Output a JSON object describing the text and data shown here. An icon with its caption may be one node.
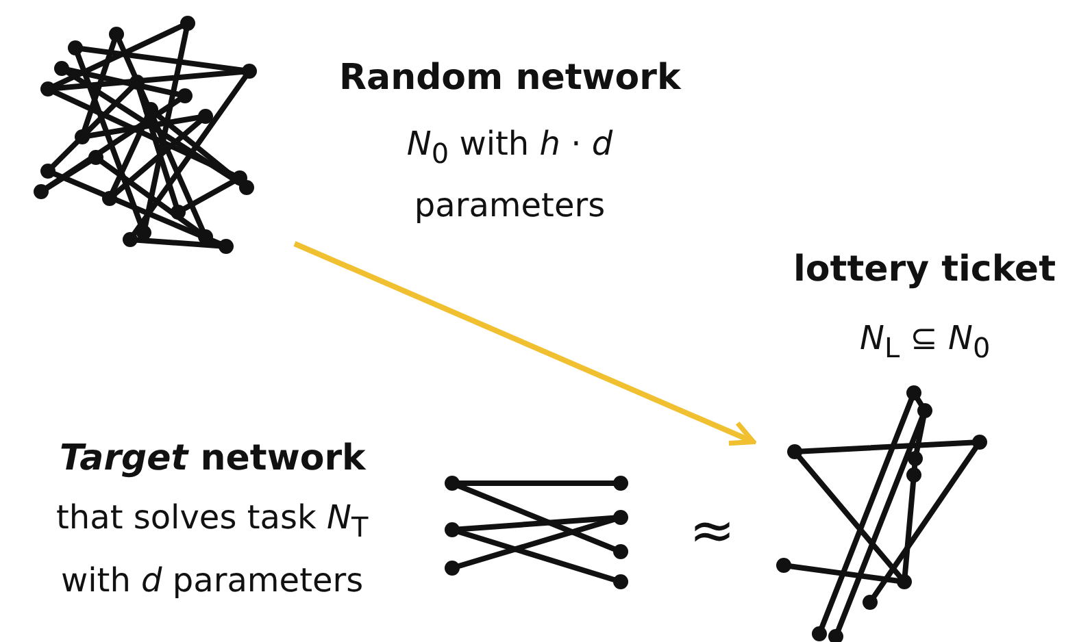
{
  "diagram": {
    "nodes": [
      {
        "text": [],
        "shape": "picture",
        "beside": [
          "Random network",
          "*N*$_{0}$ with *h* · *d* parameters"
        ]
      },
      {
        "text": [],
        "shape": "picture",
        "beside": [
          "lottery ticket",
          "*N*$_{L}$ ⊆ *N*$_{0}$"
        ]
      }
    ],
    "edges": [
      {
        "from": 0,
        "to": 1,
        "arrow": "to",
        "color": "#f0c030"
      }
    ],
    "labels": [
      "*Target* network",
      "that solves task *N*$_{T}$",
      "with *d* parameters",
      "≈"
    ]
  }
}
